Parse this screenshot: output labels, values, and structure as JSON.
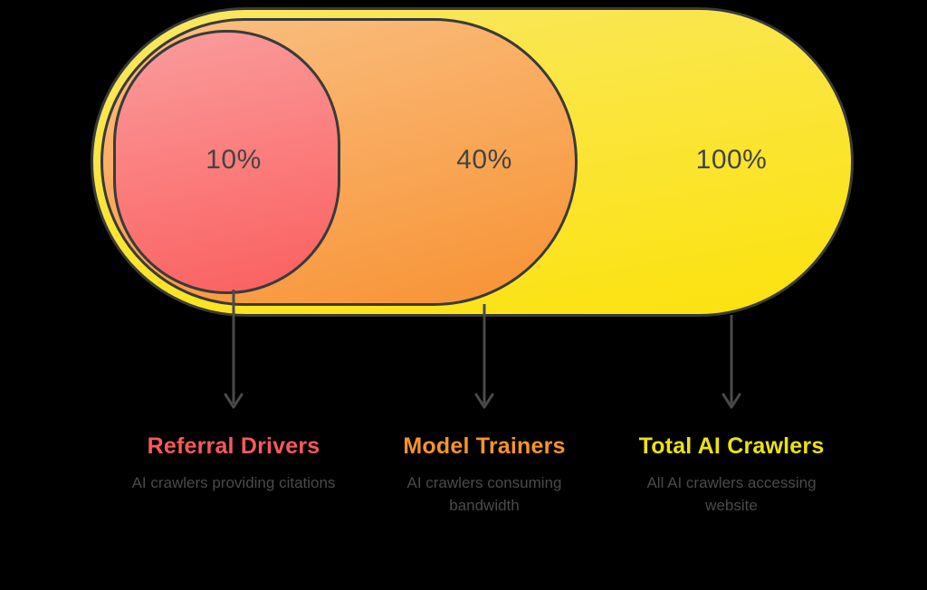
{
  "diagram": {
    "type": "nested-funnel",
    "background_color": "#000000",
    "border_color": "#3a3a3a",
    "percent_text_color": "#434343",
    "description_text_color": "#4a4a4a",
    "levels": [
      {
        "id": "total",
        "percent": "100%",
        "title": "Total AI Crawlers",
        "description": "All AI crawlers accessing website",
        "accent_color": "#ece20f",
        "fill_start": "#f7e764",
        "fill_end": "#fbe20c",
        "arrow_icon": "down-arrow-icon"
      },
      {
        "id": "model",
        "percent": "40%",
        "title": "Model Trainers",
        "description": "AI crawlers consuming bandwidth",
        "accent_color": "#f79428",
        "fill_start": "#f9c083",
        "fill_end": "#f79233",
        "arrow_icon": "down-arrow-icon"
      },
      {
        "id": "referral",
        "percent": "10%",
        "title": "Referral Drivers",
        "description": "AI crawlers providing citations",
        "accent_color": "#f8595a",
        "fill_start": "#f99d9d",
        "fill_end": "#fa5f5f",
        "arrow_icon": "down-arrow-icon"
      }
    ]
  },
  "chart_data": {
    "type": "pie",
    "title": "",
    "subtitle": "",
    "categories": [
      "Referral Drivers",
      "Model Trainers",
      "Total AI Crawlers"
    ],
    "values": [
      10,
      40,
      100
    ],
    "value_labels": [
      "10%",
      "40%",
      "100%"
    ],
    "descriptions": [
      "AI crawlers providing citations",
      "AI crawlers consuming bandwidth",
      "All AI crawlers accessing website"
    ],
    "colors": [
      "#fa5f5f",
      "#f79233",
      "#fbe20c"
    ],
    "xlabel": "",
    "ylabel": "",
    "ylim": [
      0,
      100
    ],
    "grid": false,
    "legend": "bottom"
  }
}
